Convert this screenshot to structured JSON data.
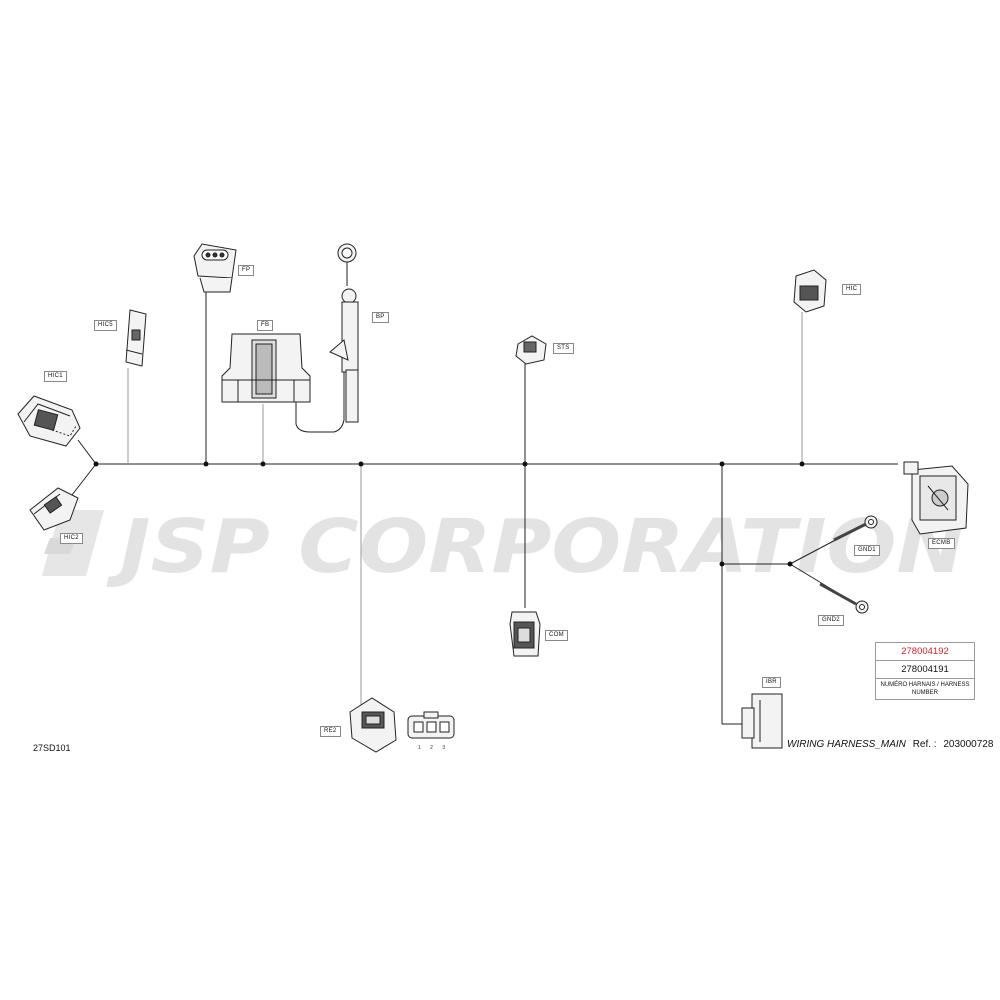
{
  "watermark": {
    "text": "JSP CORPORATION",
    "color": "#e3e3e3"
  },
  "diagram": {
    "id": "27SD101",
    "pin_numbers": "1 2 3",
    "connectors": [
      {
        "key": "hic1",
        "label": "HIC1"
      },
      {
        "key": "hic5",
        "label": "HIC5"
      },
      {
        "key": "hic2",
        "label": "HIC2"
      },
      {
        "key": "fp",
        "label": "FP"
      },
      {
        "key": "fb",
        "label": "FB"
      },
      {
        "key": "bp",
        "label": "BP"
      },
      {
        "key": "sts",
        "label": "STS"
      },
      {
        "key": "hic",
        "label": "HIC"
      },
      {
        "key": "ecmb",
        "label": "ECMB"
      },
      {
        "key": "gnd1",
        "label": "GND1"
      },
      {
        "key": "gnd2",
        "label": "GND2"
      },
      {
        "key": "com",
        "label": "COM"
      },
      {
        "key": "ibr",
        "label": "IBR"
      },
      {
        "key": "re2",
        "label": "RE2"
      }
    ],
    "title_prefix": "WIRING HARNESS_MAIN",
    "ref_label": "Ref. :",
    "ref_number": "203000728"
  },
  "reference_table": {
    "part_number_new": "278004192",
    "part_number_old": "278004191",
    "caption": "NUMÉRO HARNAIS / HARNESS NUMBER",
    "new_color": "#d8232a"
  }
}
